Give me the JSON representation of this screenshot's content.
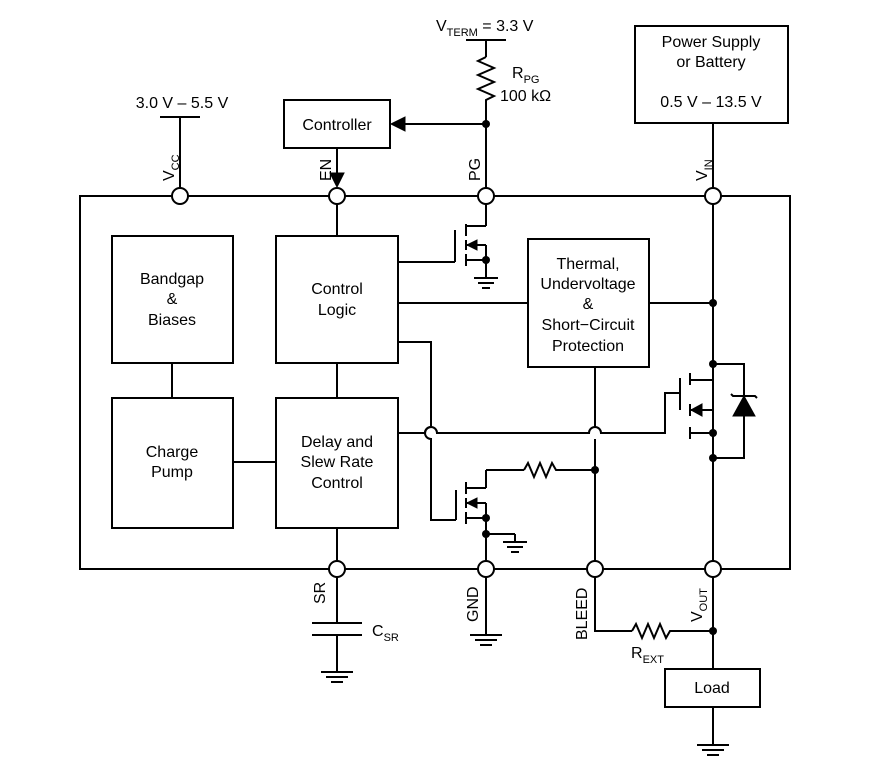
{
  "supplies": {
    "vcc_range": "3.0 V – 5.5 V",
    "vterm_main": "V",
    "vterm_sub": "TERM",
    "vterm_value": " = 3.3 V",
    "rpg_main": "R",
    "rpg_sub": "PG",
    "rpg_value": "100 kΩ"
  },
  "external_blocks": {
    "controller": "Controller",
    "power_supply_line1": "Power Supply",
    "power_supply_line2": "or Battery",
    "power_supply_range": "0.5 V – 13.5 V",
    "load": "Load"
  },
  "internal_blocks": {
    "bandgap_line1": "Bandgap",
    "bandgap_line2": "&",
    "bandgap_line3": "Biases",
    "control_logic_line1": "Control",
    "control_logic_line2": "Logic",
    "charge_pump_line1": "Charge",
    "charge_pump_line2": "Pump",
    "delay_line1": "Delay and",
    "delay_line2": "Slew Rate",
    "delay_line3": "Control",
    "thermal_line1": "Thermal,",
    "thermal_line2": "Undervoltage",
    "thermal_line3": "&",
    "thermal_line4": "Short−Circuit",
    "thermal_line5": "Protection"
  },
  "pins": {
    "vcc_main": "V",
    "vcc_sub": "CC",
    "en": "EN",
    "pg": "PG",
    "vin_main": "V",
    "vin_sub": "IN",
    "sr": "SR",
    "gnd": "GND",
    "bleed": "BLEED",
    "vout_main": "V",
    "vout_sub": "OUT"
  },
  "components": {
    "csr_main": "C",
    "csr_sub": "SR",
    "rext_main": "R",
    "rext_sub": "EXT"
  }
}
